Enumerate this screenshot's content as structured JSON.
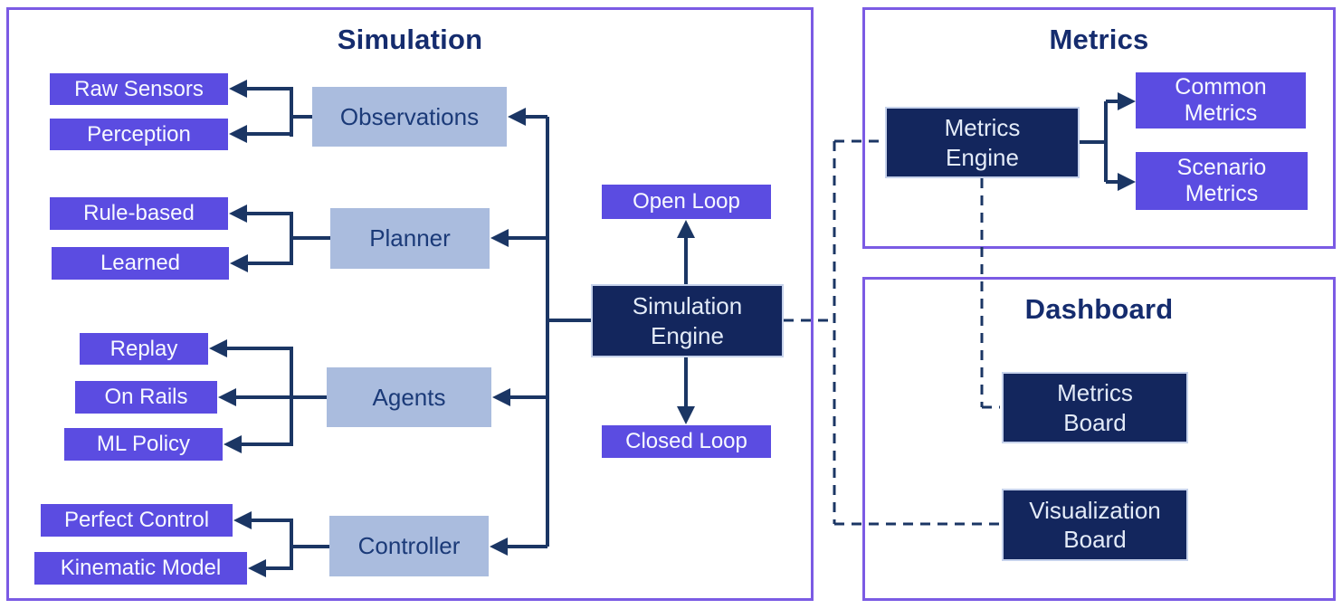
{
  "colors": {
    "section_border": "#7B5BE4",
    "chip_purple": "#5B4CE1",
    "module_blue": "#AABCDE",
    "engine_navy": "#13265D",
    "connector_navy": "#1B3664",
    "title_text": "#152C6E"
  },
  "diagram": {
    "simulation": {
      "title": "Simulation",
      "groups": [
        {
          "module": "Observations",
          "options": [
            "Raw Sensors",
            "Perception"
          ]
        },
        {
          "module": "Planner",
          "options": [
            "Rule-based",
            "Learned"
          ]
        },
        {
          "module": "Agents",
          "options": [
            "Replay",
            "On Rails",
            "ML Policy"
          ]
        },
        {
          "module": "Controller",
          "options": [
            "Perfect Control",
            "Kinematic Model"
          ]
        }
      ],
      "engine": {
        "lines": [
          "Simulation",
          "Engine"
        ]
      },
      "loops": [
        "Open Loop",
        "Closed Loop"
      ]
    },
    "metrics": {
      "title": "Metrics",
      "engine": {
        "lines": [
          "Metrics",
          "Engine"
        ]
      },
      "outputs": [
        {
          "lines": [
            "Common",
            "Metrics"
          ]
        },
        {
          "lines": [
            "Scenario",
            "Metrics"
          ]
        }
      ]
    },
    "dashboard": {
      "title": "Dashboard",
      "boards": [
        {
          "lines": [
            "Metrics",
            "Board"
          ]
        },
        {
          "lines": [
            "Visualization",
            "Board"
          ]
        }
      ]
    }
  }
}
